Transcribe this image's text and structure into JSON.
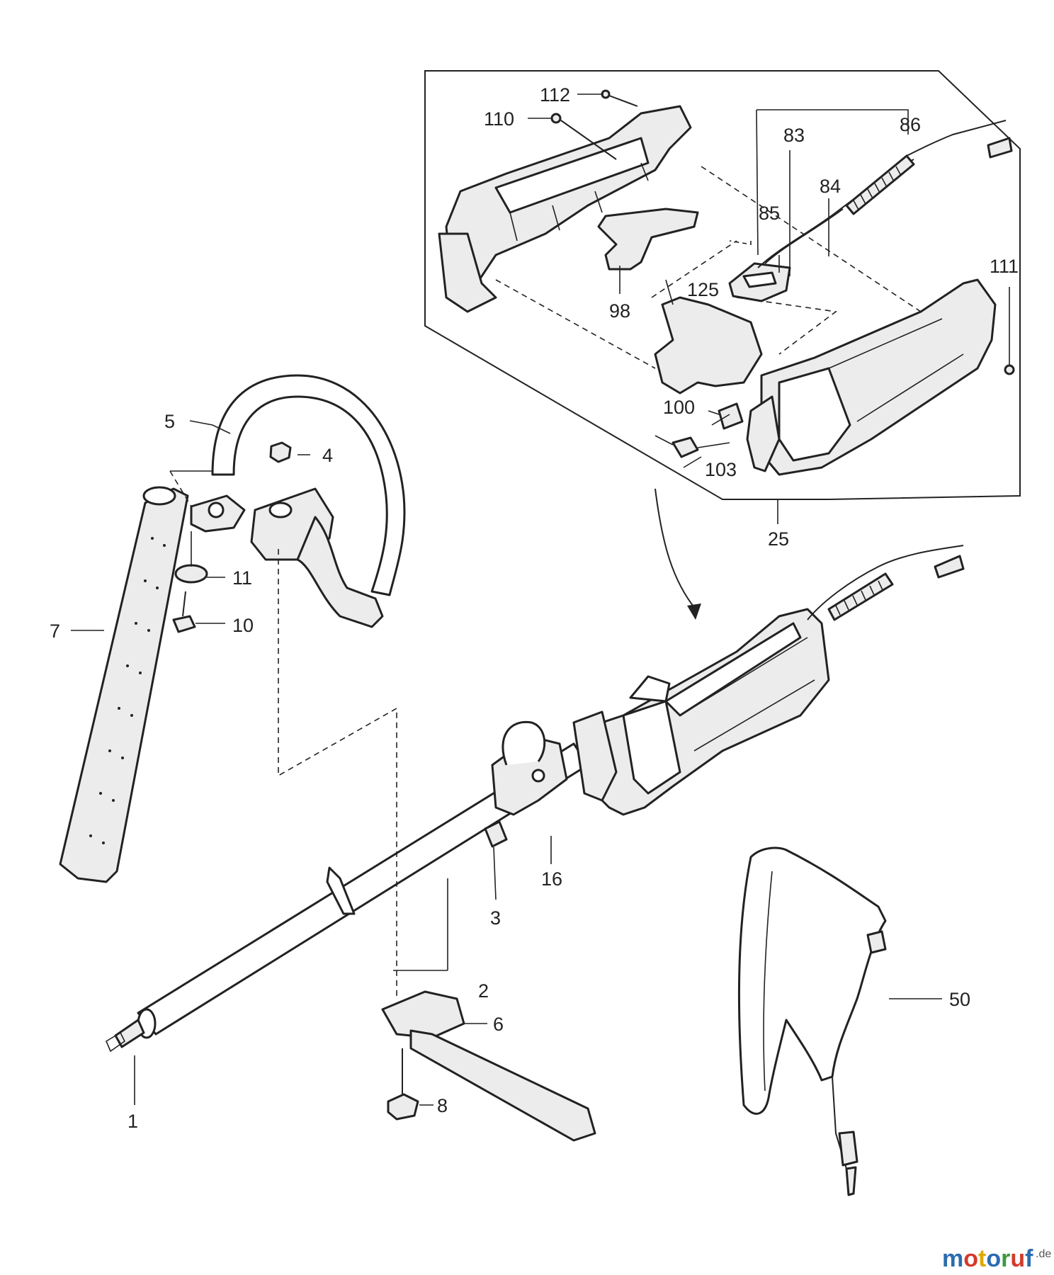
{
  "callouts": [
    {
      "id": "c112",
      "text": "112"
    },
    {
      "id": "c110",
      "text": "110"
    },
    {
      "id": "c83",
      "text": "83"
    },
    {
      "id": "c86",
      "text": "86"
    },
    {
      "id": "c84",
      "text": "84"
    },
    {
      "id": "c85",
      "text": "85"
    },
    {
      "id": "c111",
      "text": "111"
    },
    {
      "id": "c125",
      "text": "125"
    },
    {
      "id": "c98",
      "text": "98"
    },
    {
      "id": "c100",
      "text": "100"
    },
    {
      "id": "c103",
      "text": "103"
    },
    {
      "id": "c25",
      "text": "25"
    },
    {
      "id": "c5",
      "text": "5"
    },
    {
      "id": "c4",
      "text": "4"
    },
    {
      "id": "c11",
      "text": "11"
    },
    {
      "id": "c10",
      "text": "10"
    },
    {
      "id": "c7",
      "text": "7"
    },
    {
      "id": "c16",
      "text": "16"
    },
    {
      "id": "c3",
      "text": "3"
    },
    {
      "id": "c2",
      "text": "2"
    },
    {
      "id": "c6",
      "text": "6"
    },
    {
      "id": "c1",
      "text": "1"
    },
    {
      "id": "c8",
      "text": "8"
    },
    {
      "id": "c50",
      "text": "50"
    }
  ],
  "watermark": {
    "letters": [
      "m",
      "o",
      "t",
      "o",
      "r",
      "u",
      "f"
    ],
    "letter_colors": [
      "#2b6cb0",
      "#d33a2c",
      "#e0a800",
      "#2b6cb0",
      "#3a9a3a",
      "#d33a2c",
      "#2b6cb0"
    ],
    "suffix": ".de"
  }
}
